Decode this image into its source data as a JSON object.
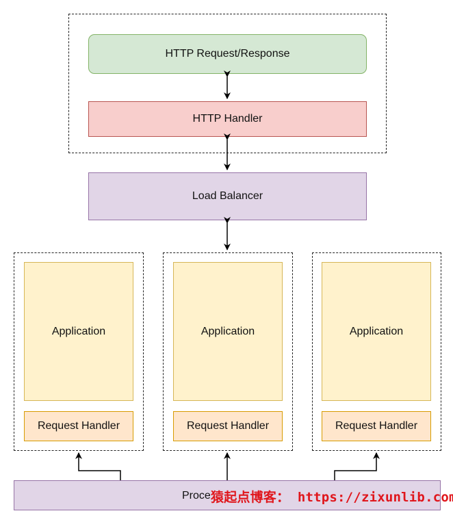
{
  "nodes": {
    "http_request_response": "HTTP Request/Response",
    "http_handler": "HTTP Handler",
    "load_balancer": "Load Balancer",
    "process_bar": "Proce"
  },
  "groups": [
    {
      "application": "Application",
      "request_handler": "Request Handler"
    },
    {
      "application": "Application",
      "request_handler": "Request Handler"
    },
    {
      "application": "Application",
      "request_handler": "Request Handler"
    }
  ],
  "watermark": "猿起点博客： https://zixunlib.com/",
  "colors": {
    "green_fill": "#d5e8d4",
    "red_fill": "#f8cecc",
    "purple_fill": "#e1d5e7",
    "yellow_fill": "#fff2cc",
    "orange_fill": "#ffe6cc",
    "watermark": "#e0161c"
  }
}
